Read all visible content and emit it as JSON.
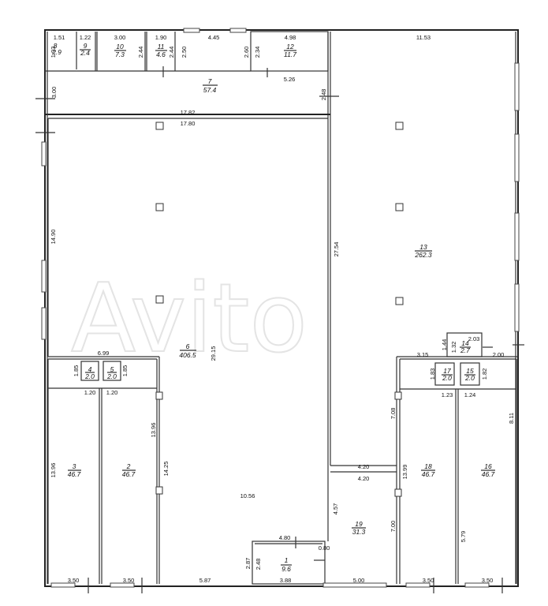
{
  "rooms": [
    {
      "id": "1",
      "area": "9.6"
    },
    {
      "id": "2",
      "area": "46.7"
    },
    {
      "id": "3",
      "area": "46.7"
    },
    {
      "id": "4",
      "area": "2.0"
    },
    {
      "id": "5",
      "area": "2.0"
    },
    {
      "id": "6",
      "area": "406.5"
    },
    {
      "id": "7",
      "area": "57.4"
    },
    {
      "id": "8",
      "area": "2.9"
    },
    {
      "id": "9",
      "area": "2.4"
    },
    {
      "id": "10",
      "area": "7.3"
    },
    {
      "id": "11",
      "area": "4.6"
    },
    {
      "id": "12",
      "area": "11.7"
    },
    {
      "id": "13",
      "area": "262.3"
    },
    {
      "id": "14",
      "area": "2.7"
    },
    {
      "id": "15",
      "area": "2.0"
    },
    {
      "id": "16",
      "area": "46.7"
    },
    {
      "id": "17",
      "area": "2.0"
    },
    {
      "id": "18",
      "area": "46.7"
    },
    {
      "id": "19",
      "area": "31.3"
    }
  ],
  "dims": {
    "d_151": "1.51",
    "d_122": "1.22",
    "d_300a": "3.00",
    "d_190": "1.90",
    "d_445": "4.45",
    "d_498": "4.98",
    "d_1153": "11.53",
    "d_193": "1.93",
    "d_244a": "2.44",
    "d_244b": "2.44",
    "d_250": "2.50",
    "d_260": "2.60",
    "d_234": "2.34",
    "d_526": "5.26",
    "d_300b": "3.00",
    "d_248a": "2.48",
    "d_1782": "17.82",
    "d_1780": "17.80",
    "d_1490": "14.90",
    "d_2754": "27.54",
    "d_2915": "29.15",
    "d_699": "6.99",
    "d_185a": "1.85",
    "d_185b": "1.85",
    "d_120a": "1.20",
    "d_120b": "1.20",
    "d_1396a": "13.96",
    "d_1396b": "13.96",
    "d_1425": "14.25",
    "d_1056": "10.56",
    "d_203": "2.03",
    "d_144": "1.44",
    "d_132": "1.32",
    "d_315": "3.15",
    "d_200": "2.00",
    "d_183": "1.83",
    "d_182": "1.82",
    "d_123": "1.23",
    "d_124": "1.24",
    "d_708": "7.08",
    "d_811": "8.11",
    "d_420a": "4.20",
    "d_420b": "4.20",
    "d_1399": "13.99",
    "d_457": "4.57",
    "d_700": "7.00",
    "d_579": "5.79",
    "d_480": "4.80",
    "d_080": "0.80",
    "d_287": "2.87",
    "d_248b": "2.48",
    "d_350a": "3.50",
    "d_350b": "3.50",
    "d_587": "5.87",
    "d_388": "3.88",
    "d_500": "5.00",
    "d_350c": "3.50",
    "d_350d": "3.50"
  }
}
